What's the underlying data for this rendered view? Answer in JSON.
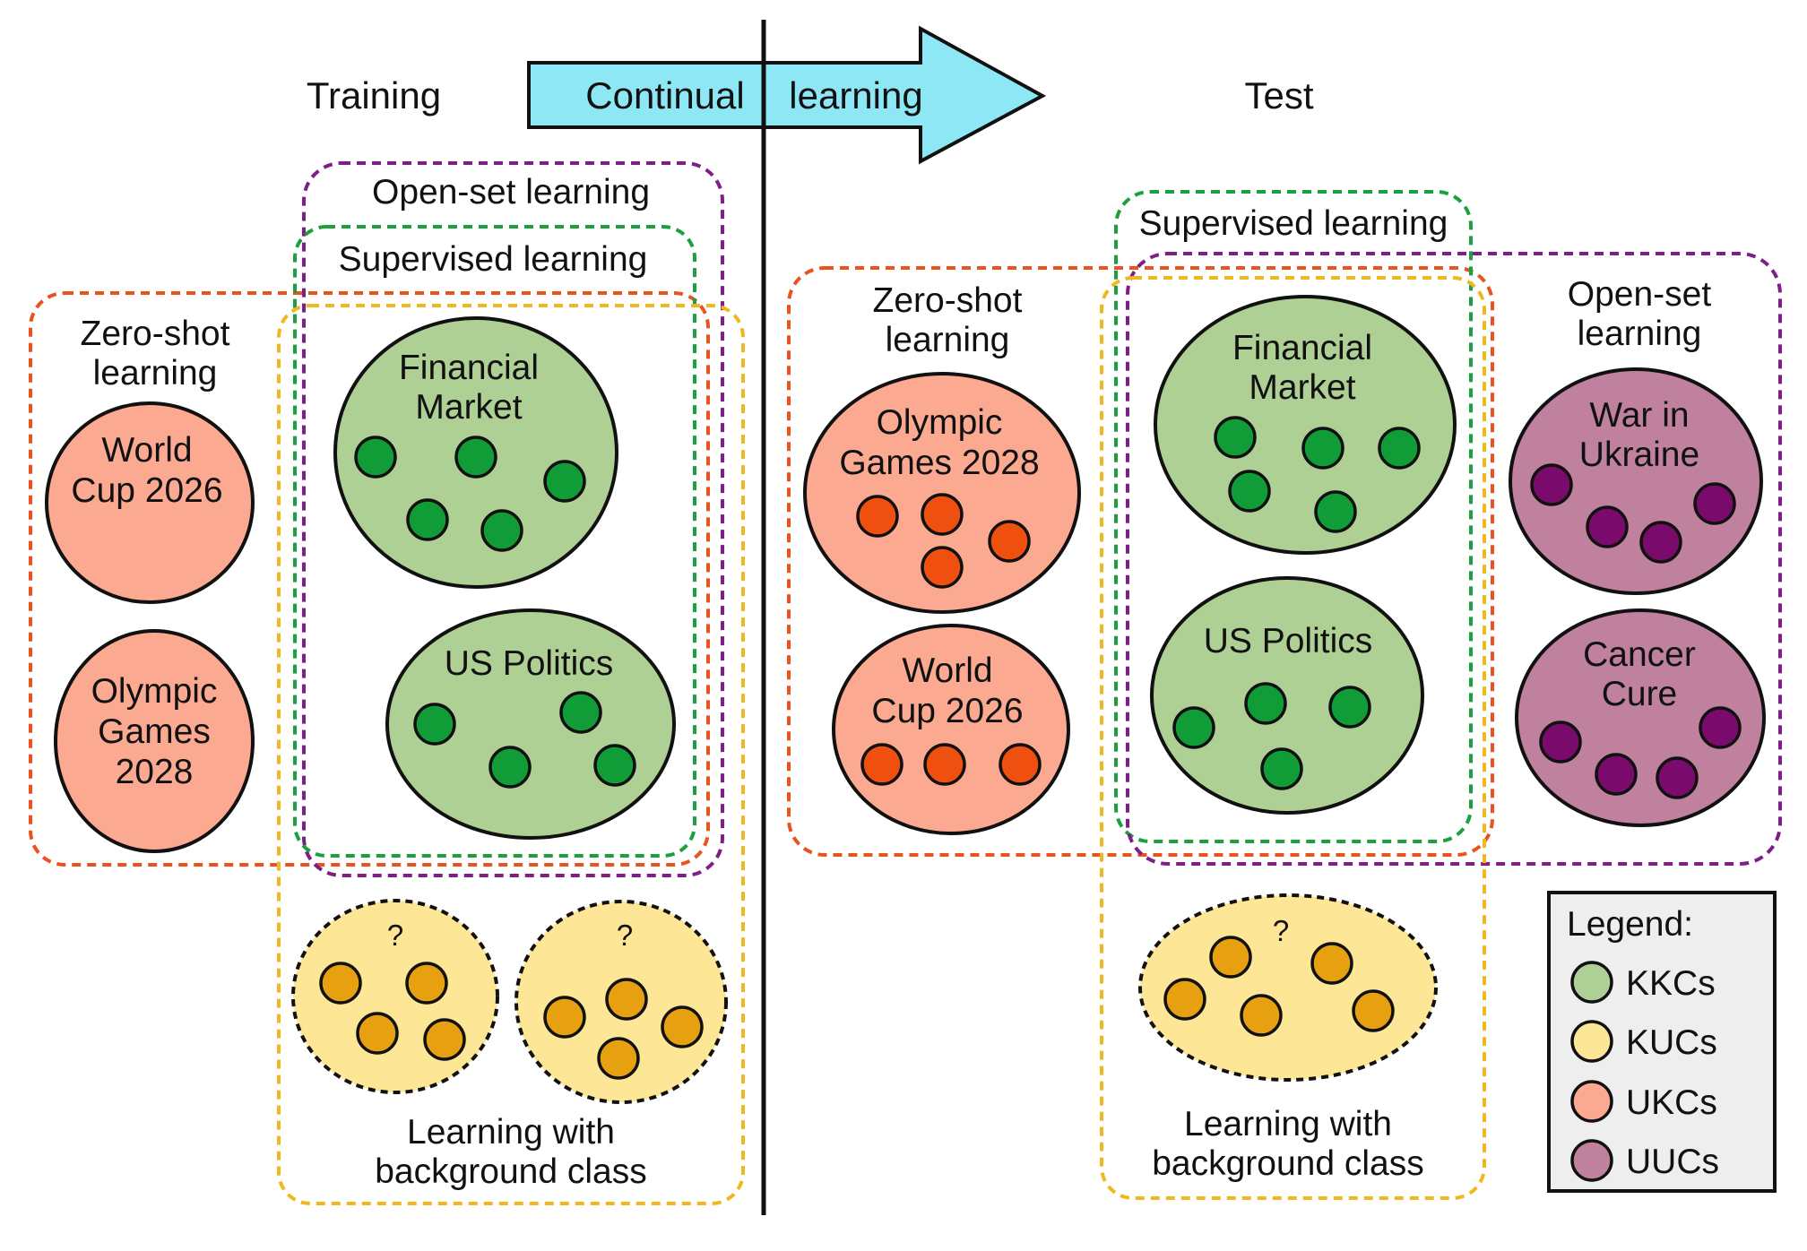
{
  "header": {
    "training": "Training",
    "test": "Test",
    "arrow_word1": "Continual",
    "arrow_word2": "learning"
  },
  "regions": {
    "open_set": "Open-set learning",
    "supervised": "Supervised learning",
    "zero_shot_line1": "Zero-shot",
    "zero_shot_line2": "learning",
    "open_set_line1": "Open-set",
    "open_set_line2": "learning",
    "background_line1": "Learning with",
    "background_line2": "background class"
  },
  "classes": {
    "world_cup_line1": "World",
    "world_cup_line2": "Cup 2026",
    "olympic_line1": "Olympic",
    "olympic_line2": "Games",
    "olympic_line3": "2028",
    "olympic_test_line2": "Games 2028",
    "financial_line1": "Financial",
    "financial_line2": "Market",
    "us_politics": "US Politics",
    "war_line1": "War in",
    "war_line2": "Ukraine",
    "cancer_line1": "Cancer",
    "cancer_line2": "Cure",
    "unknown_mark": "?"
  },
  "legend": {
    "title": "Legend:",
    "items": [
      "KKCs",
      "KUCs",
      "UKCs",
      "UUCs"
    ]
  },
  "colors": {
    "kkc_fill": "#afd095",
    "kuc_fill": "#fee697",
    "ukc_fill": "#fca992",
    "uuc_fill": "#bf819e",
    "kkc_dot": "#109d37",
    "kuc_dot": "#e6a010",
    "ukc_dot": "#ef500f",
    "uuc_dot": "#7a0a6b",
    "open_set_border": "#7d1f87",
    "supervised_border": "#1aa03e",
    "zero_shot_border": "#e8531f",
    "background_border": "#f0b820",
    "arrow_fill": "#8de7f5",
    "legend_bg": "#eeeeee"
  }
}
